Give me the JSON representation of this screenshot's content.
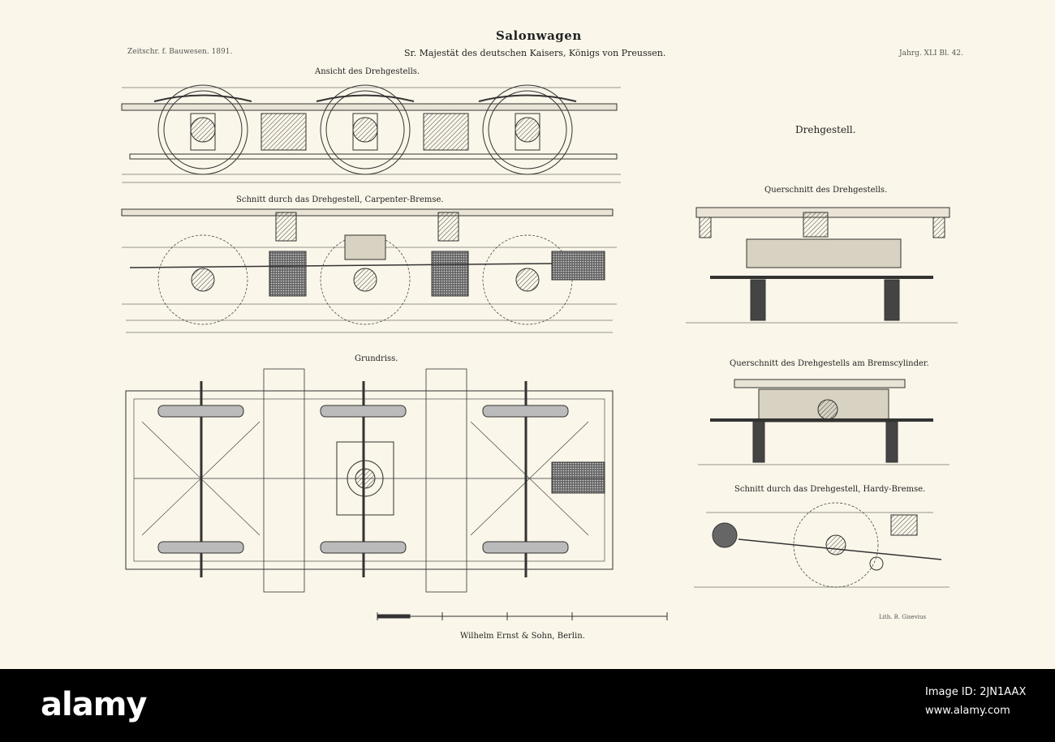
{
  "header": {
    "title": "Salonwagen",
    "subtitle": "Sr. Majestät des deutschen Kaisers, Königs von Preussen.",
    "left_ref": "Zeitschr. f. Bauwesen. 1891.",
    "right_ref": "Jahrg. XLI Bl. 42."
  },
  "views": {
    "ansicht": "Ansicht des Drehgestells.",
    "schnitt_carpenter": "Schnitt durch das Drehgestell, Carpenter-Bremse.",
    "grundriss": "Grundriss.",
    "drehgestell": "Drehgestell.",
    "querschnitt": "Querschnitt des Drehgestells.",
    "querschnitt_brems": "Querschnitt des Drehgestells am Bremscylinder.",
    "schnitt_hardy": "Schnitt durch das Drehgestell, Hardy-Bremse."
  },
  "publisher": "Wilhelm Ernst & Sohn, Berlin.",
  "lithographer": "Lith. B. Gisevius",
  "footer": {
    "logo": "alamy",
    "image_id": "Image ID: 2JN1AAX",
    "url": "www.alamy.com"
  }
}
